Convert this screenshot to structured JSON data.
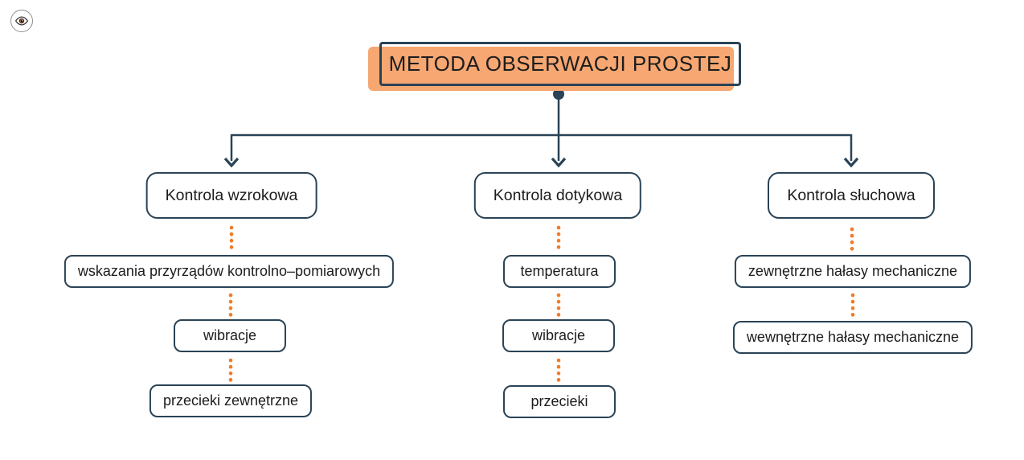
{
  "page": {
    "background_color": "#ffffff"
  },
  "toolbar": {
    "eye_icon": "visibility-eye"
  },
  "diagram": {
    "colors": {
      "line": "#2a4356",
      "node_border": "#2a4356",
      "dotted_connector": "#f07b2a",
      "root_highlight": "#f7a772",
      "text": "#1c1c1c"
    },
    "root": {
      "label": "METODA OBSERWACJI PROSTEJ"
    },
    "branches": [
      {
        "label": "Kontrola wzrokowa",
        "children": [
          "wskazania przyrządów kontrolno–pomiarowych",
          "wibracje",
          "przecieki zewnętrzne"
        ]
      },
      {
        "label": "Kontrola dotykowa",
        "children": [
          "temperatura",
          "wibracje",
          "przecieki"
        ]
      },
      {
        "label": "Kontrola słuchowa",
        "children": [
          "zewnętrzne hałasy mechaniczne",
          "wewnętrzne hałasy mechaniczne"
        ]
      }
    ]
  }
}
